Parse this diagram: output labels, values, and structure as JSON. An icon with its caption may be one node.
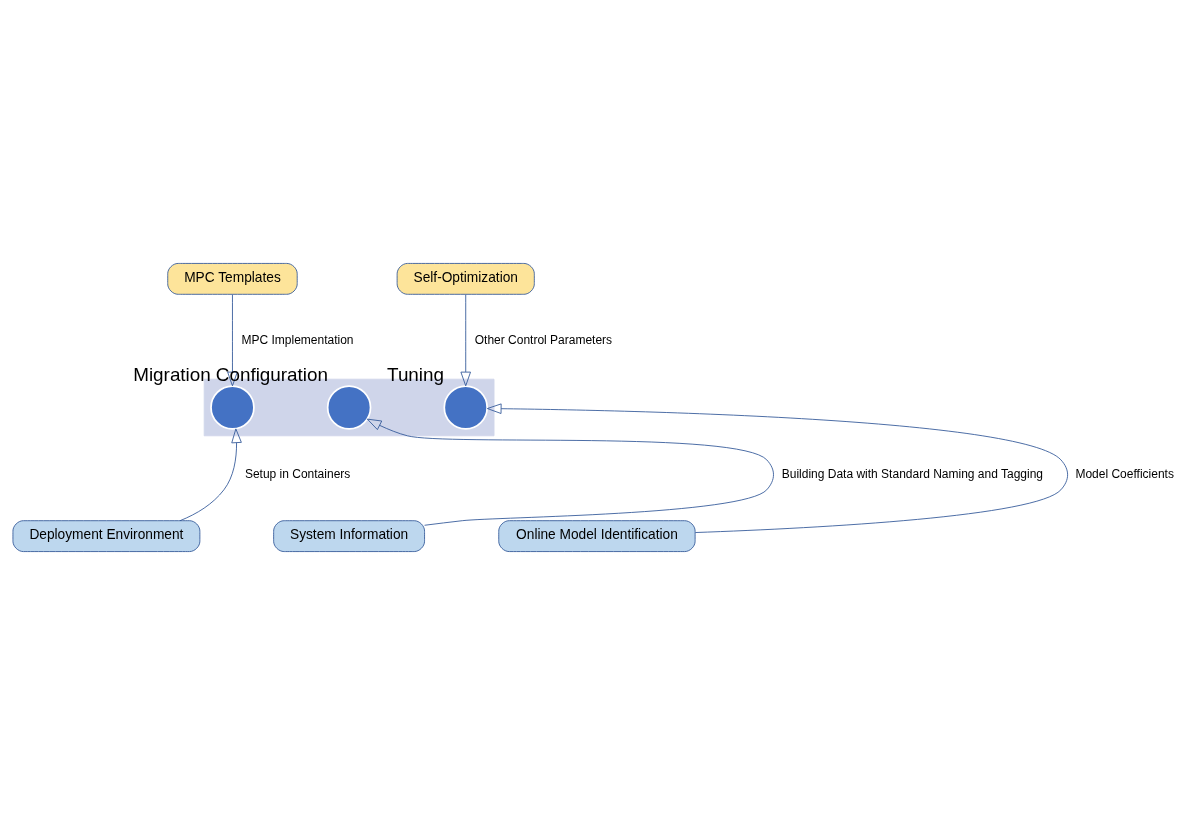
{
  "diagram": {
    "nodes": [
      {
        "text": [
          "MPC Templates"
        ]
      },
      {
        "text": [
          "Self-Optimization"
        ]
      },
      {
        "text": [],
        "shape": "arrow"
      },
      {
        "text": [],
        "shape": "circle",
        "in": 2,
        "beside": [
          "Migration"
        ]
      },
      {
        "text": [],
        "shape": "circle",
        "in": 2,
        "beside": [
          "Configuration"
        ]
      },
      {
        "text": [],
        "shape": "circle",
        "in": 2,
        "beside": [
          "Tuning"
        ]
      },
      {
        "text": [
          "Deployment Environment"
        ]
      },
      {
        "text": [
          "System Information"
        ]
      },
      {
        "text": [
          "Online Model Identification"
        ]
      }
    ],
    "edges": [
      {
        "from": 0,
        "to": 3,
        "arrow": "to",
        "label": "MPC Implementation"
      },
      {
        "from": 1,
        "to": 5,
        "arrow": "to",
        "label": "Other Control Parameters"
      },
      {
        "from": 6,
        "to": 3,
        "arrow": "to",
        "label": "Setup in Containers"
      },
      {
        "from": 7,
        "to": 4,
        "arrow": "to",
        "label": "Building Data with Standard Naming and Tagging"
      },
      {
        "from": 8,
        "to": 5,
        "arrow": "to",
        "label": "Model Coefficients"
      }
    ]
  }
}
